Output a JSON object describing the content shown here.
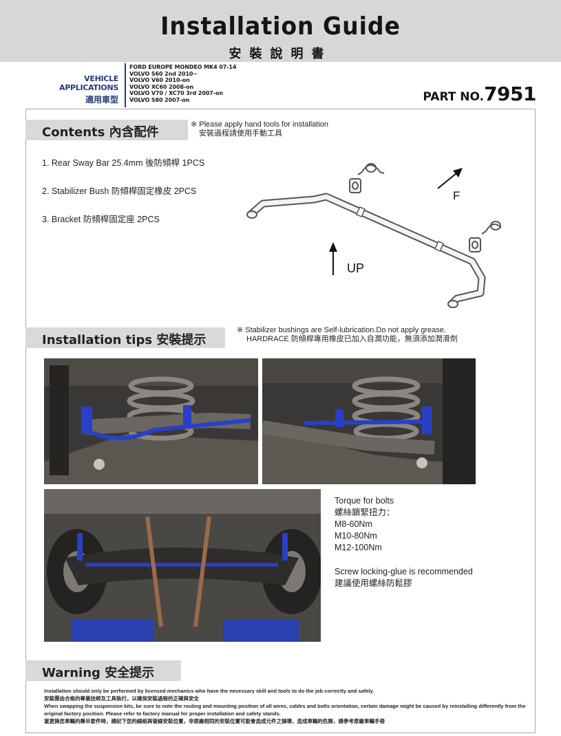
{
  "header": {
    "title": "Installation Guide",
    "subtitle": "安裝說明書"
  },
  "vehicle": {
    "label_en": "VEHICLE APPLICATIONS",
    "label_zh": "適用車型",
    "models": [
      "FORD EUROPE MONDEO MK4 07-14",
      "VOLVO S60 2nd 2010~",
      "VOLVO V60 2010-on",
      "VOLVO XC60 2008-on",
      "VOLVO V70 / XC70 3rd 2007-on",
      "VOLVO S80 2007-on"
    ]
  },
  "part": {
    "label": "PART NO.",
    "number": "7951"
  },
  "contents": {
    "heading": "Contents 內含配件",
    "note_en": "※ Please apply hand tools for installation",
    "note_zh": "安裝過程請使用手動工具",
    "items": [
      "1. Rear Sway Bar 25.4mm 後防傾桿 1PCS",
      "2. Stabilizer Bush 防傾桿固定橡皮 2PCS",
      "3. Bracket 防傾桿固定座 2PCS"
    ],
    "diagram": {
      "forward_label": "F",
      "up_label": "UP"
    }
  },
  "tips": {
    "heading": "Installation tips 安裝提示",
    "note_en": "※ Stabilizer bushings are Self-lubrication.Do not apply grease.",
    "note_zh": "HARDRACE 防傾桿專用橡皮已加入自潤功能，無須添加潤滑劑",
    "torque": {
      "title_en": "Torque for  bolts",
      "title_zh": "螺絲鎖緊扭力：",
      "values": [
        "M8-60Nm",
        "M10-80Nm",
        "M12-100Nm"
      ]
    },
    "glue_en": "Screw locking-glue is recommended",
    "glue_zh": "建議使用螺絲防鬆膠"
  },
  "warning": {
    "heading": "Warning 安全提示",
    "lines": [
      "Installation should only be performed by licensed mechanics who have the necessary skill and tools to do the job correctly and safely.",
      "安裝需由合格的專業技師及工具執行，以確保安裝過程的正確與安全",
      "When swapping the suspension kits, be sure to note the routing and mounting position of all wires, cables and bolts orientation, certain damage might be caused by reinstalling differently from the original factory position. Please refer to factory manual for proper installation and safety stands.",
      "當更換您車輛的懸吊套件時，請記下您的線組與管線安裝位置，非原廠相同的安裝位置可能會造成元件之損壞，造成車輛的危險，請參考原廠車輛手冊"
    ]
  },
  "colors": {
    "header_bg": "#d7d7d7",
    "section_bar": "#d9d9d9",
    "vehicle_blue": "#243a7a",
    "sway_bar_blue": "#2a3fc8"
  }
}
